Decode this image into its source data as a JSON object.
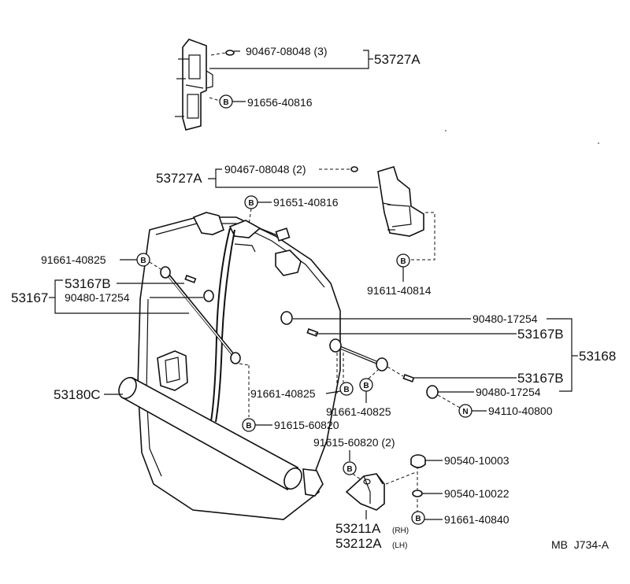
{
  "labels": {
    "p_90467_3": "90467-08048 (3)",
    "p_53727A_top": "53727A",
    "p_91656": "91656-40816",
    "p_53727A_mid": "53727A",
    "p_90467_2": "90467-08048 (2)",
    "p_91651": "91651-40816",
    "p_91661_l": "91661-40825",
    "p_53167B_l": "53167B",
    "p_53167": "53167",
    "p_90480_l": "90480-17254",
    "p_91611": "91611-40814",
    "p_90480_r1": "90480-17254",
    "p_53167B_r1": "53167B",
    "p_53168": "53168",
    "p_53167B_r2": "53167B",
    "p_90480_r2": "90480-17254",
    "p_94110": "94110-40800",
    "p_53180C": "53180C",
    "p_91661_c1": "91661-40825",
    "p_91661_c2": "91661-40825",
    "p_91615_l": "91615-60820",
    "p_91615_2": "91615-60820 (2)",
    "p_90540_1": "90540-10003",
    "p_90540_2": "90540-10022",
    "p_91661_b": "91661-40840",
    "p_53211A": "53211A",
    "p_53211A_rh": "(RH)",
    "p_53212A": "53212A",
    "p_53212A_lh": "(LH)",
    "ref": "MB  J734-A"
  },
  "badges": {
    "b": "B",
    "n": "N"
  }
}
